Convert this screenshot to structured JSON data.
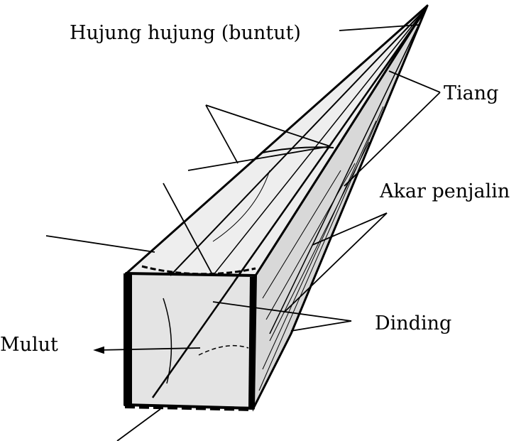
{
  "diagram": {
    "labels": {
      "tail": "Hujung hujung (buntut)",
      "pole": "Tiang",
      "rattan_root": "Akar penjalin",
      "wall": "Dinding",
      "mouth": "Mulut"
    },
    "colors": {
      "ink": "#000000",
      "paper": "#ffffff"
    }
  }
}
